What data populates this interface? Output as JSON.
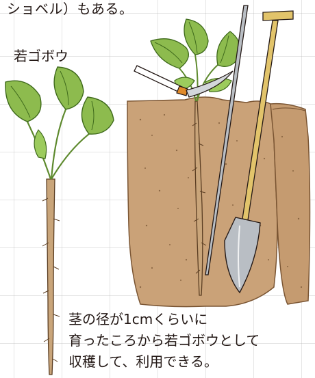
{
  "top_text": "ショベル）もある。",
  "label_young_burdock": "若ゴボウ",
  "caption_lines": [
    "茎の径が1cmくらいに",
    "育ったころから若ゴボウとして",
    "収穫して、利用できる。"
  ],
  "colors": {
    "leaf": "#8dbb4e",
    "leaf_dark": "#5e8a2e",
    "soil": "#caa278",
    "root": "#c9a57a",
    "shovel_handle": "#e2c46b",
    "steel": "#b9bec4"
  }
}
